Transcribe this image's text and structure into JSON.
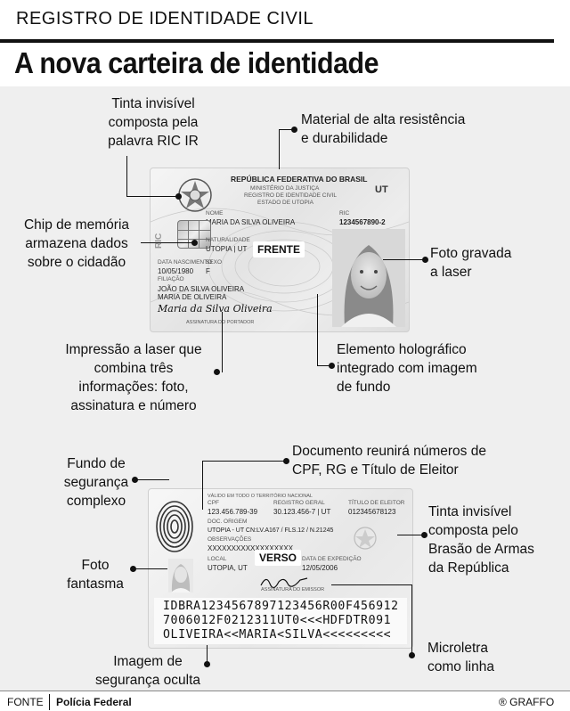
{
  "header": {
    "kicker": "REGISTRO DE IDENTIDADE CIVIL",
    "headline": "A nova carteira de identidade"
  },
  "front_callouts": {
    "ink": [
      "Tinta invisível",
      "composta pela",
      "palavra RIC IR"
    ],
    "material": [
      "Material de alta resistência",
      "e durabilidade"
    ],
    "chip": [
      "Chip de memória",
      "armazena dados",
      "sobre o cidadão"
    ],
    "photo": [
      "Foto gravada",
      "a laser"
    ],
    "laser_print": [
      "Impressão a laser que",
      "combina três",
      "informações: foto,",
      "assinatura e número"
    ],
    "holo": [
      "Elemento holográfico",
      "integrado com imagem",
      "de fundo"
    ]
  },
  "front_card": {
    "tag": "FRENTE",
    "rep": "REPÚBLICA FEDERATIVA DO BRASIL",
    "ministry": "MINISTÉRIO DA JUSTIÇA",
    "registry": "REGISTRO DE IDENTIDADE CIVIL",
    "state": "ESTADO DE UTOPIA",
    "ut": "UT",
    "vertical": "RIC",
    "nome_label": "NOME",
    "nome": "MARIA DA SILVA OLIVEIRA",
    "ric_label": "RIC",
    "ric": "1234567890-2",
    "nat_label": "NATURALIDADE",
    "nat": "UTOPIA | UT",
    "nasc_label": "DATA NASCIMENTO",
    "nasc": "10/05/1980",
    "sexo_label": "SEXO",
    "sexo": "F",
    "fil_label": "FILIAÇÃO",
    "fil1": "JOÃO DA SILVA OLIVEIRA",
    "fil2": "MARIA DE OLIVEIRA",
    "signature": "Maria da Silva Oliveira",
    "sig_label": "ASSINATURA DO PORTADOR"
  },
  "back_callouts": {
    "numbers": [
      "Documento reunirá números de",
      "CPF, RG e Título de Eleitor"
    ],
    "security_bg": [
      "Fundo de",
      "segurança",
      "complexo"
    ],
    "ink": [
      "Tinta invisível",
      "composta pelo",
      "Brasão de Armas",
      "da República"
    ],
    "ghost": [
      "Foto",
      "fantasma"
    ],
    "hidden": [
      "Imagem de",
      "segurança oculta"
    ],
    "micro": [
      "Microletra",
      "como linha"
    ]
  },
  "back_card": {
    "tag": "VERSO",
    "top_strip": "VÁLIDO EM TODO O TERRITÓRIO NACIONAL",
    "cpf_label": "CPF",
    "cpf": "123.456.789-39",
    "rg_label": "REGISTRO GERAL",
    "rg": "30.123.456-7 | UT",
    "tit_label": "TÍTULO DE ELEITOR",
    "tit": "012345678123",
    "orig_label": "DOC. ORIGEM",
    "orig": "UTOPIA - UT CN:LV.A167 / FLS.12 / N.21245",
    "obs_label": "OBSERVAÇÕES",
    "obs": "XXXXXXXXXXXXXXXXXX",
    "local_label": "LOCAL",
    "local": "UTOPIA, UT",
    "exp_label": "DATA DE EXPEDIÇÃO",
    "exp": "12/05/2006",
    "sig_label": "ASSINATURA DO EMISSOR",
    "mrz": [
      "IDBRA1234567897123456R00F456912",
      "7006012F0212311UT0<<<HDFDTR091",
      "OLIVEIRA<<MARIA<SILVA<<<<<<<<<"
    ]
  },
  "footer": {
    "source_label": "FONTE",
    "source": "Polícia Federal",
    "credit": "® GRAFFO"
  }
}
